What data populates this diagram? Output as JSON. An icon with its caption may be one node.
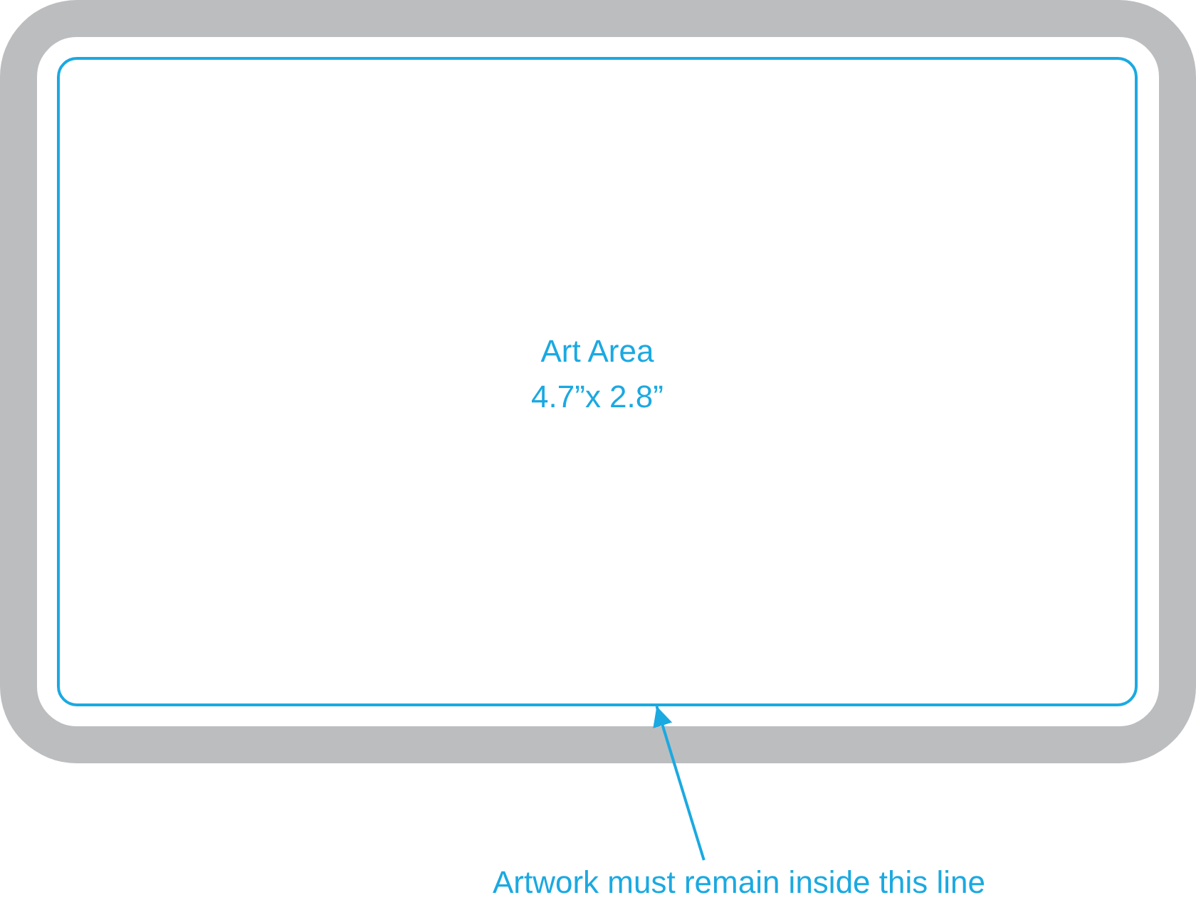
{
  "diagram": {
    "nodes": [
      {
        "text": [
          "Art Area",
          "4.7”x 2.8”"
        ]
      },
      {
        "text": [
          "Artwork must remain inside this line"
        ]
      }
    ],
    "edges": [
      {
        "from": 1,
        "to": 0,
        "arrow": "to"
      }
    ]
  }
}
